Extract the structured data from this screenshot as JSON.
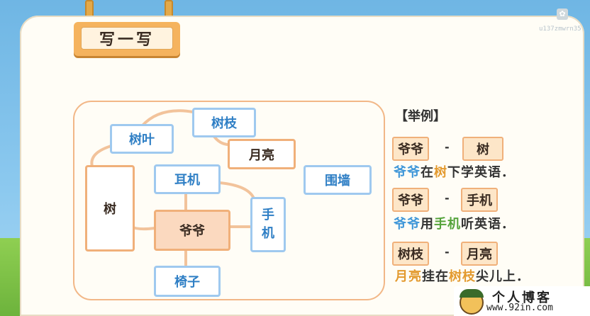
{
  "watermark": {
    "user_id": "u137zmwrn35"
  },
  "title": "写一写",
  "map": {
    "center": "爷爷",
    "nodes": {
      "shuye": "树叶",
      "shuzhi": "树枝",
      "yueliang": "月亮",
      "shu": "树",
      "erji": "耳机",
      "weiqiang": "围墙",
      "shouji_1": "手",
      "shouji_2": "机",
      "yizi": "椅子"
    }
  },
  "example": {
    "heading": "【举例】",
    "items": [
      {
        "left": "爷爷",
        "dash": "-",
        "right": "树",
        "sentence": [
          "爷爷",
          "在",
          "树",
          "下学英语．"
        ]
      },
      {
        "left": "爷爷",
        "dash": "-",
        "right": "手机",
        "sentence": [
          "爷爷",
          "用",
          "手机",
          "听英语．"
        ]
      },
      {
        "left": "树枝",
        "dash": "-",
        "right": "月亮",
        "sentence": [
          "月亮",
          "挂在",
          "树枝",
          "尖儿上．"
        ]
      }
    ]
  },
  "blog": {
    "name": "个人博客",
    "url": "www.92in.com"
  },
  "colors": {
    "blue_text": "#2f7fc5",
    "orange_border": "#f0b07a",
    "highlight_orange": "#e39a2f",
    "highlight_green": "#55a33b"
  }
}
